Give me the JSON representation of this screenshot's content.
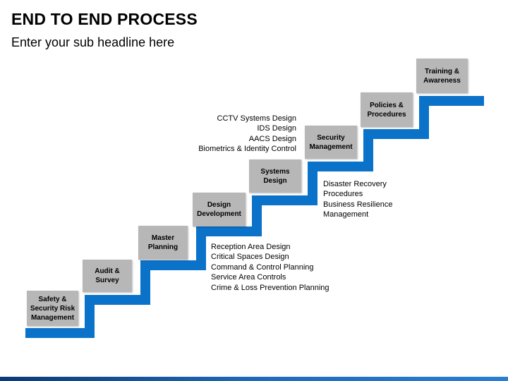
{
  "header": {
    "title": "END TO END PROCESS",
    "subtitle": "Enter your sub headline here"
  },
  "steps": [
    {
      "label": "Safety & Security Risk Management"
    },
    {
      "label": "Audit & Survey"
    },
    {
      "label": "Master Planning"
    },
    {
      "label": "Design Development"
    },
    {
      "label": "Systems Design"
    },
    {
      "label": "Security Management"
    },
    {
      "label": "Policies & Procedures"
    },
    {
      "label": "Training & Awareness"
    }
  ],
  "notes": {
    "systems_design": [
      "CCTV Systems Design",
      "IDS Design",
      "AACS Design",
      "Biometrics & Identity Control"
    ],
    "security_management": [
      "Disaster Recovery",
      "Procedures",
      "Business Resilience",
      "Management"
    ],
    "design_development": [
      "Reception Area Design",
      "Critical Spaces Design",
      "Command & Control Planning",
      "Service Area Controls",
      "Crime & Loss Prevention Planning"
    ]
  },
  "colors": {
    "stair": "#0a72c8",
    "box": "#b7b7b7"
  }
}
